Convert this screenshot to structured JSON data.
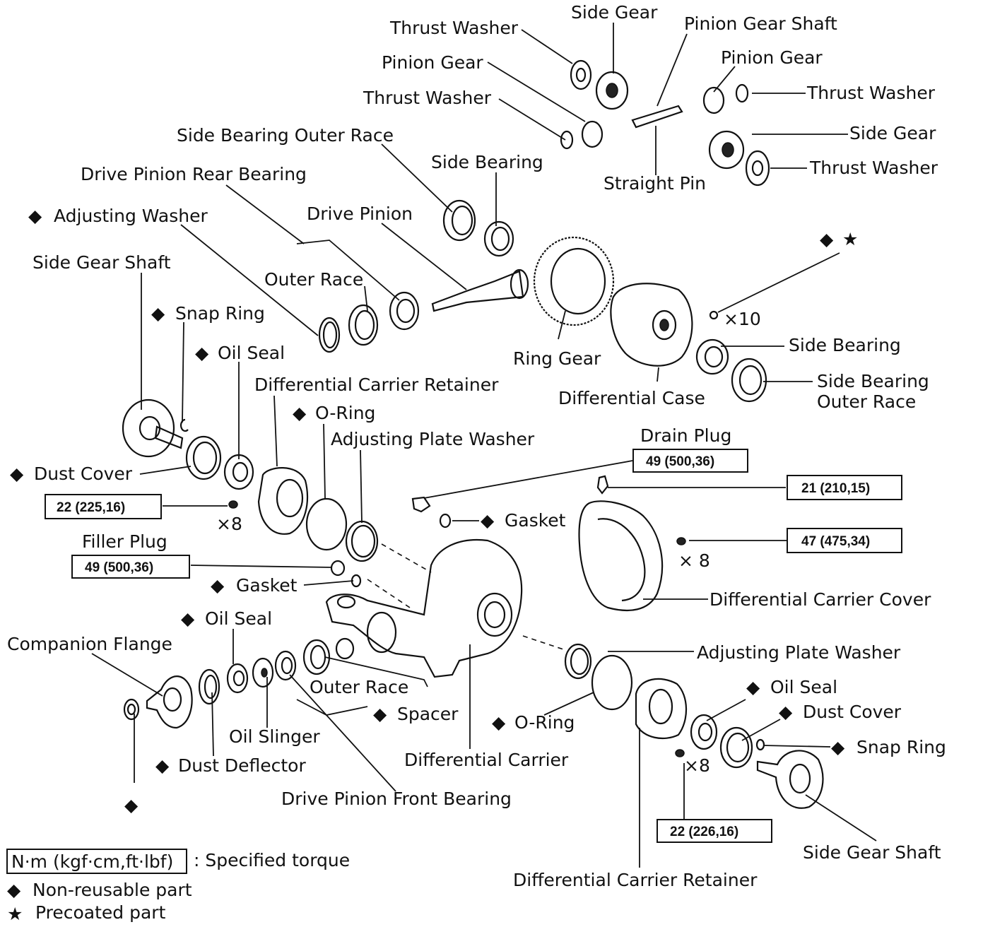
{
  "labels": {
    "thrust_washer_top": "Thrust Washer",
    "side_gear_top": "Side Gear",
    "pinion_gear_shaft": "Pinion Gear Shaft",
    "pinion_gear_left": "Pinion Gear",
    "pinion_gear_right": "Pinion Gear",
    "thrust_washer_mid": "Thrust Washer",
    "thrust_washer_right1": "Thrust Washer",
    "side_gear_right": "Side Gear",
    "thrust_washer_right2": "Thrust Washer",
    "straight_pin": "Straight Pin",
    "side_bearing_outer_race_top": "Side Bearing Outer Race",
    "side_bearing_top": "Side Bearing",
    "drive_pinion_rear_bearing": "Drive Pinion Rear Bearing",
    "adjusting_washer": "Adjusting Washer",
    "drive_pinion": "Drive Pinion",
    "side_gear_shaft_left": "Side Gear Shaft",
    "outer_race_top": "Outer Race",
    "snap_ring_left": "Snap Ring",
    "ring_gear": "Ring Gear",
    "x10": "×10",
    "side_bearing_right": "Side Bearing",
    "oil_seal_left": "Oil Seal",
    "differential_carrier_retainer_top": "Differential Carrier Retainer",
    "side_bearing_outer_race_right_1": "Side Bearing",
    "side_bearing_outer_race_right_2": "Outer Race",
    "differential_case": "Differential Case",
    "o_ring_top": "O-Ring",
    "adjusting_plate_washer_top": "Adjusting Plate Washer",
    "drain_plug": "Drain Plug",
    "dust_cover_left": "Dust Cover",
    "x8_left": "×8",
    "gasket_top": "Gasket",
    "x8_right": "× 8",
    "filler_plug": "Filler Plug",
    "gasket_mid": "Gasket",
    "differential_carrier_cover": "Differential Carrier Cover",
    "oil_seal_lower": "Oil Seal",
    "companion_flange": "Companion Flange",
    "adjusting_plate_washer_lower": "Adjusting Plate Washer",
    "outer_race_lower": "Outer Race",
    "oil_seal_lower_right": "Oil Seal",
    "spacer": "Spacer",
    "o_ring_lower": "O-Ring",
    "dust_cover_right": "Dust Cover",
    "oil_slinger": "Oil Slinger",
    "snap_ring_right": "Snap Ring",
    "differential_carrier": "Differential Carrier",
    "x8_lower": "×8",
    "dust_deflector": "Dust Deflector",
    "drive_pinion_front_bearing": "Drive Pinion Front Bearing",
    "side_gear_shaft_right": "Side Gear Shaft",
    "differential_carrier_retainer_bottom": "Differential Carrier Retainer"
  },
  "torque_specs": {
    "retainer_bolt_left": "22 (225,16)",
    "drain_plug": "49 (500,36)",
    "cover_plug": "21 (210,15)",
    "cover_bolt": "47 (475,34)",
    "filler_plug": "49 (500,36)",
    "retainer_bolt_right": "22 (226,16)"
  },
  "legend": {
    "torque_unit": "N·m (kgf·cm,ft·lbf)",
    "torque_desc": ": Specified torque",
    "non_reusable": "Non-reusable part",
    "precoated": "Precoated part"
  }
}
